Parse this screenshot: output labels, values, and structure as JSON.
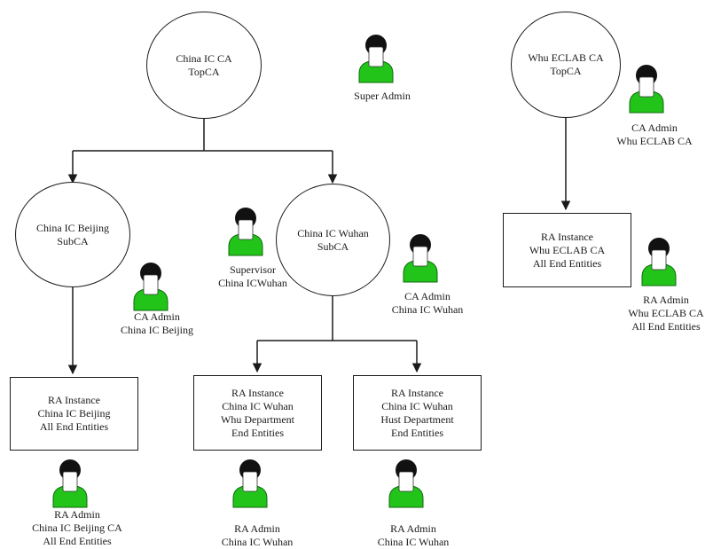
{
  "colors": {
    "line": "#1a1a1a",
    "person_body": "#22c41a",
    "person_hair": "#111111",
    "person_face": "#ffffff"
  },
  "icon": "person-icon",
  "ca_nodes": {
    "china_ic_top": {
      "line1": "China IC CA",
      "line2": "TopCA"
    },
    "whu_eclab_top": {
      "line1": "Whu ECLAB CA",
      "line2": "TopCA"
    },
    "beijing_sub": {
      "line1": "China IC Beijing",
      "line2": "SubCA"
    },
    "wuhan_sub": {
      "line1": "China IC Wuhan",
      "line2": "SubCA"
    }
  },
  "ra_nodes": {
    "whu_eclab": {
      "line1": "RA Instance",
      "line2": "Whu ECLAB CA",
      "line3": "All End Entities"
    },
    "beijing": {
      "line1": "RA Instance",
      "line2": "China IC Beijing",
      "line3": "All End Entities"
    },
    "wuhan_whu": {
      "line1": "RA Instance",
      "line2": "China IC Wuhan",
      "line3": "Whu Department",
      "line4": "End Entities"
    },
    "wuhan_hust": {
      "line1": "RA Instance",
      "line2": "China IC Wuhan",
      "line3": "Hust Department",
      "line4": "End Entities"
    }
  },
  "actors": {
    "super_admin": {
      "line1": "Super Admin"
    },
    "ca_admin_whu": {
      "line1": "CA Admin",
      "line2": "Whu ECLAB CA"
    },
    "ra_admin_whu": {
      "line1": "RA Admin",
      "line2": "Whu ECLAB CA",
      "line3": "All End Entities"
    },
    "supervisor_wuhan": {
      "line1": "Supervisor",
      "line2": "China ICWuhan"
    },
    "ca_admin_beijing": {
      "line1": "CA Admin",
      "line2": "China IC Beijing"
    },
    "ca_admin_wuhan": {
      "line1": "CA Admin",
      "line2": "China IC Wuhan"
    },
    "ra_admin_beijing": {
      "line1": "RA Admin",
      "line2": "China IC Beijing CA",
      "line3": "All End Entities"
    },
    "ra_admin_wuhan_whu": {
      "line1": "RA Admin",
      "line2": "China IC Wuhan"
    },
    "ra_admin_wuhan_hust": {
      "line1": "RA Admin",
      "line2": "China IC Wuhan"
    }
  }
}
